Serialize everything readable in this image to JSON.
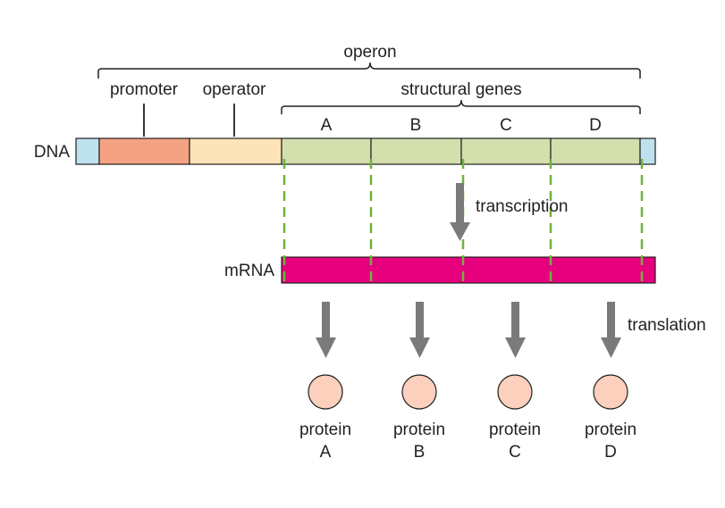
{
  "labels": {
    "operon": "operon",
    "promoter": "promoter",
    "operator": "operator",
    "structural_genes": "structural genes",
    "dna": "DNA",
    "mrna": "mRNA",
    "transcription": "transcription",
    "translation": "translation"
  },
  "genes": [
    "A",
    "B",
    "C",
    "D"
  ],
  "proteins": [
    {
      "line1": "protein",
      "line2": "A"
    },
    {
      "line1": "protein",
      "line2": "B"
    },
    {
      "line1": "protein",
      "line2": "C"
    },
    {
      "line1": "protein",
      "line2": "D"
    }
  ],
  "colors": {
    "end_cap": "#bde2ee",
    "promoter": "#f4a283",
    "operator": "#fde3b8",
    "gene": "#d3e0ad",
    "mrna": "#e6007e",
    "dashed_line": "#6db33f",
    "arrow": "#7a7a7c",
    "protein": "#fbd0bc"
  }
}
